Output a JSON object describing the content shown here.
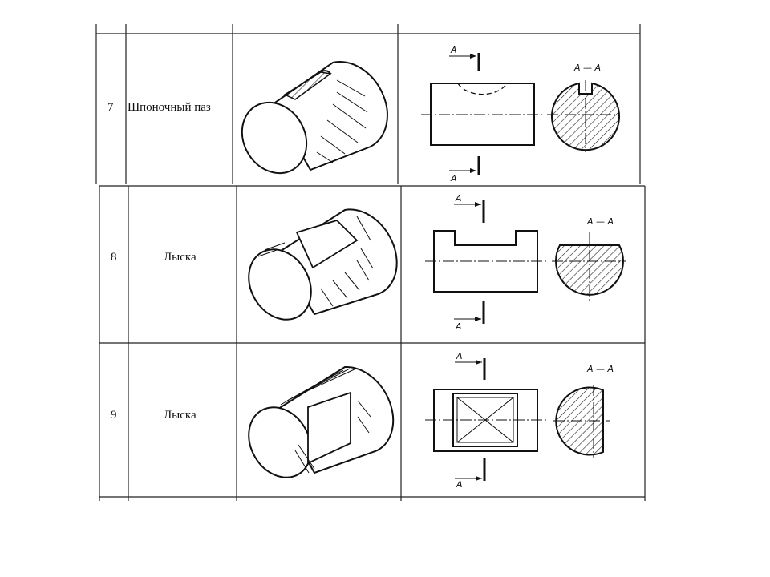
{
  "rows": [
    {
      "number": "7",
      "name": "Шпоночный паз"
    },
    {
      "number": "8",
      "name": "Лыска"
    },
    {
      "number": "9",
      "name": "Лыска"
    }
  ],
  "section": {
    "arrow_letter": "A",
    "section_title": "A — A"
  }
}
